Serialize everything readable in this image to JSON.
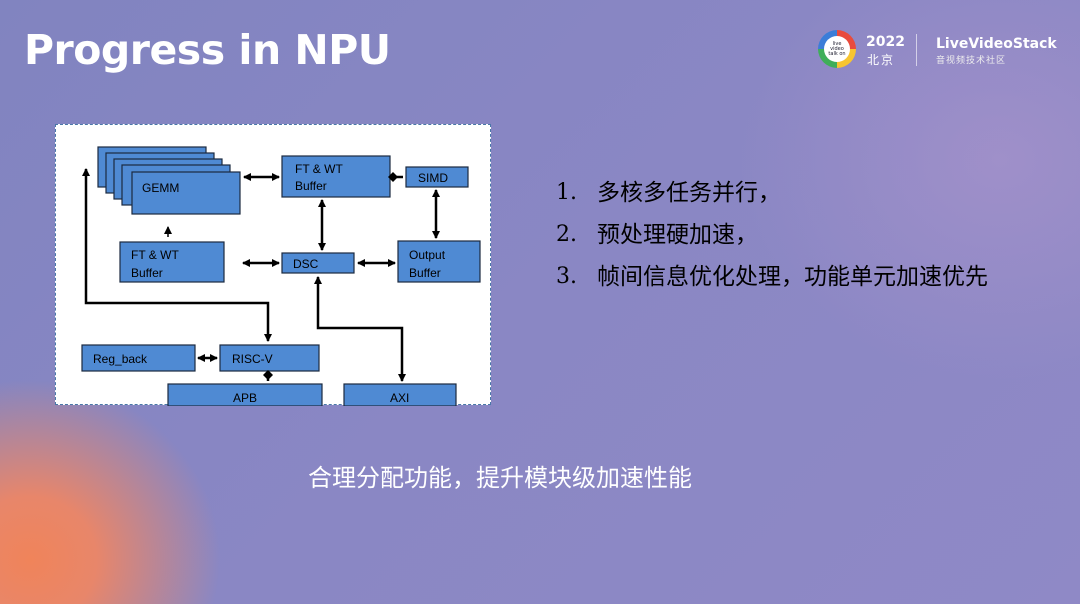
{
  "slide": {
    "title": "Progress in NPU",
    "conclusion": "合理分配功能，提升模块级加速性能"
  },
  "logo": {
    "ring_text": "live video talk on",
    "year": "2022",
    "city": "北京",
    "brand": "LiveVideoStack",
    "brand_sub": "音视频技术社区"
  },
  "diagram": {
    "blocks": {
      "gemm": "GEMM",
      "ft_wt_top_line1": "FT & WT",
      "ft_wt_top_line2": "Buffer",
      "simd": "SIMD",
      "ft_wt_left_line1": "FT & WT",
      "ft_wt_left_line2": "Buffer",
      "dsc": "DSC",
      "output_line1": "Output",
      "output_line2": "Buffer",
      "reg_back": "Reg_back",
      "riscv": "RISC-V",
      "apb": "APB",
      "axi": "AXI"
    },
    "colors": {
      "block_fill": "#4f8ad3",
      "block_stroke": "#1b2a3f",
      "arrow": "#000000",
      "border": "#4a78a8"
    }
  },
  "list": [
    {
      "num": "1.",
      "text": "多核多任务并行，"
    },
    {
      "num": "2.",
      "text": "预处理硬加速，"
    },
    {
      "num": "3.",
      "text": "帧间信息优化处理，功能单元加速优先"
    }
  ]
}
